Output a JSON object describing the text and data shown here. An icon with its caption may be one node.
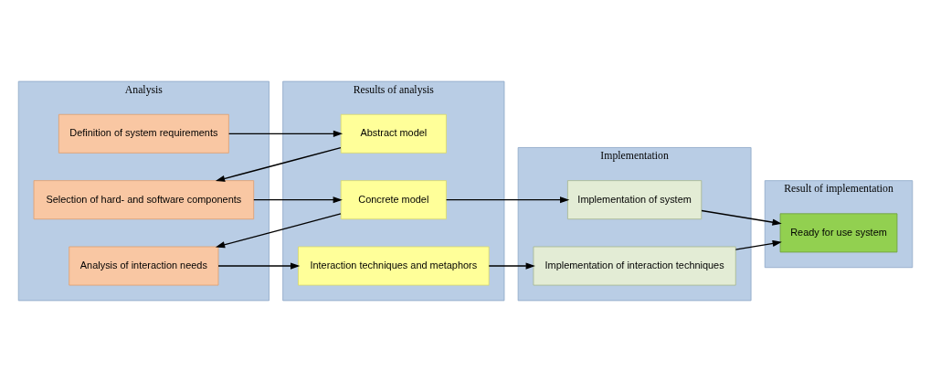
{
  "diagram": {
    "nodes": [
      {
        "text": [
          "Analysis"
        ]
      },
      {
        "text": [
          "Results of analysis"
        ]
      },
      {
        "text": [
          "Implementation"
        ]
      },
      {
        "text": [
          "Result of implementation"
        ]
      },
      {
        "text": [
          "Definition of system requirements"
        ],
        "in": 0
      },
      {
        "text": [
          "Selection of hard- and software components"
        ],
        "in": 0
      },
      {
        "text": [
          "Analysis of interaction needs"
        ],
        "in": 0
      },
      {
        "text": [
          "Abstract model"
        ],
        "in": 1
      },
      {
        "text": [
          "Concrete model"
        ],
        "in": 1
      },
      {
        "text": [
          "Interaction techniques and metaphors"
        ],
        "in": 1
      },
      {
        "text": [
          "Implementation of system"
        ],
        "in": 2
      },
      {
        "text": [
          "Implementation of interaction techniques"
        ],
        "in": 2
      },
      {
        "text": [
          "Ready for use system"
        ],
        "in": 3
      }
    ],
    "edges": [
      {
        "from": 4,
        "to": 7,
        "arrow": "to"
      },
      {
        "from": 7,
        "to": 5,
        "arrow": "to"
      },
      {
        "from": 5,
        "to": 8,
        "arrow": "to"
      },
      {
        "from": 8,
        "to": 6,
        "arrow": "to"
      },
      {
        "from": 6,
        "to": 9,
        "arrow": "to"
      },
      {
        "from": 8,
        "to": 10,
        "arrow": "to"
      },
      {
        "from": 9,
        "to": 11,
        "arrow": "to"
      },
      {
        "from": 10,
        "to": 12,
        "arrow": "to"
      },
      {
        "from": 11,
        "to": 12,
        "arrow": "to"
      }
    ]
  }
}
